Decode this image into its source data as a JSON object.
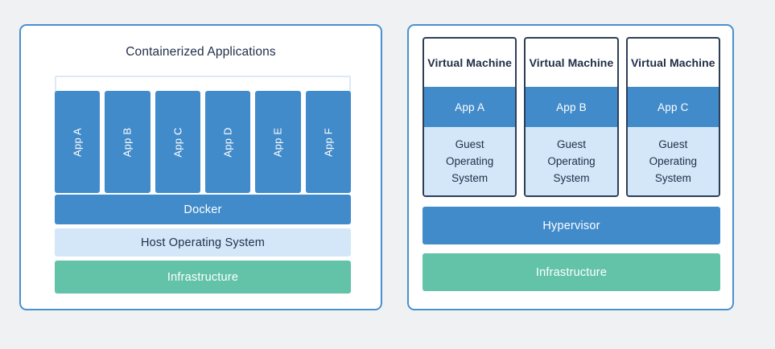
{
  "background_color": "#eff1f3",
  "colors": {
    "card_border": "#4a90d0",
    "app_blue": "#428bca",
    "light_blue": "#d3e7f8",
    "frame_blue": "#dbeaf8",
    "infrastructure_green": "#63c3a8",
    "vm_border": "#2f3e57",
    "text_dark": "#22304a",
    "text_light": "#ffffff"
  },
  "containers_panel": {
    "title": "Containerized Applications",
    "apps": [
      {
        "label": "App A"
      },
      {
        "label": "App B"
      },
      {
        "label": "App C"
      },
      {
        "label": "App D"
      },
      {
        "label": "App E"
      },
      {
        "label": "App F"
      }
    ],
    "layers": [
      {
        "id": "docker",
        "label": "Docker"
      },
      {
        "id": "host-os",
        "label": "Host Operating System"
      },
      {
        "id": "infrastructure",
        "label": "Infrastructure"
      }
    ]
  },
  "vms_panel": {
    "vms": [
      {
        "title": "Virtual Machine",
        "app": "App A",
        "guest_os_line1": "Guest",
        "guest_os_line2": "Operating",
        "guest_os_line3": "System"
      },
      {
        "title": "Virtual Machine",
        "app": "App B",
        "guest_os_line1": "Guest",
        "guest_os_line2": "Operating",
        "guest_os_line3": "System"
      },
      {
        "title": "Virtual Machine",
        "app": "App C",
        "guest_os_line1": "Guest",
        "guest_os_line2": "Operating",
        "guest_os_line3": "System"
      }
    ],
    "layers": [
      {
        "id": "hypervisor",
        "label": "Hypervisor"
      },
      {
        "id": "infrastructure",
        "label": "Infrastructure"
      }
    ]
  }
}
